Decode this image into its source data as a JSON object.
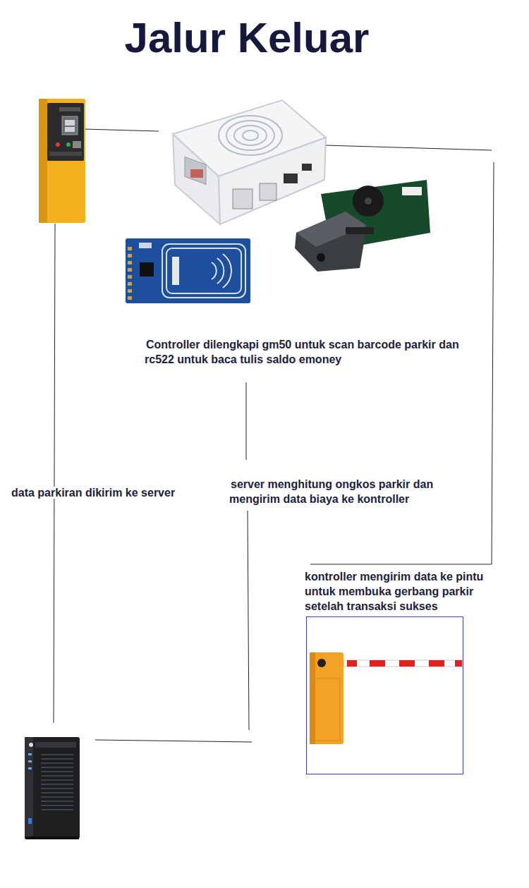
{
  "diagram": {
    "title": "Jalur Keluar",
    "nodes": [
      {
        "text": [
          "kontroller mengirim data ke pintu untuk membuka gerbang parkir setelah transaksi sukses"
        ]
      }
    ],
    "labels": [
      "Controller dilengkapi gm50 untuk scan barcode parkir dan rc522 untuk baca tulis saldo emoney",
      "data parkiran dikirim ke server",
      "server menghitung ongkos parkir dan mengirim data biaya ke kontroller"
    ]
  }
}
